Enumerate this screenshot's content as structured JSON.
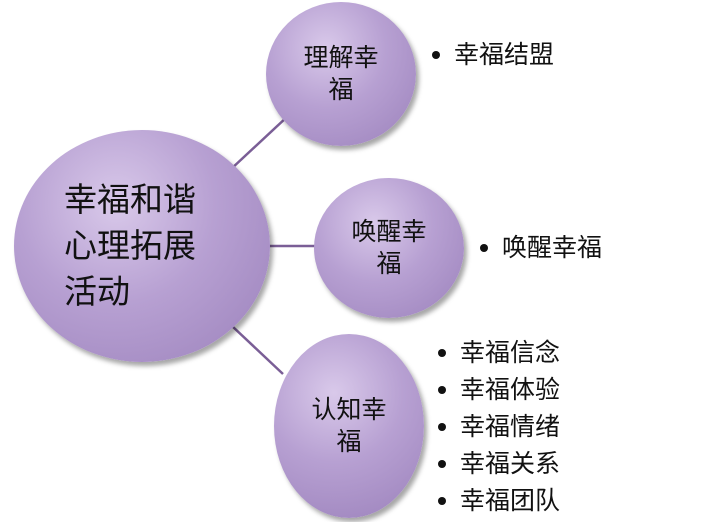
{
  "center": {
    "label": "幸福和谐心理拓展活动"
  },
  "branches": [
    {
      "label": "理解幸福",
      "items": [
        "幸福结盟"
      ]
    },
    {
      "label": "唤醒幸福",
      "items": [
        "唤醒幸福"
      ]
    },
    {
      "label": "认知幸福",
      "items": [
        "幸福信念",
        "幸福体验",
        "幸福情绪",
        "幸福关系",
        "幸福团队"
      ]
    }
  ],
  "colors": {
    "node_fill": "#b7a0d2",
    "connector": "#7a5e96",
    "text": "#111111"
  }
}
